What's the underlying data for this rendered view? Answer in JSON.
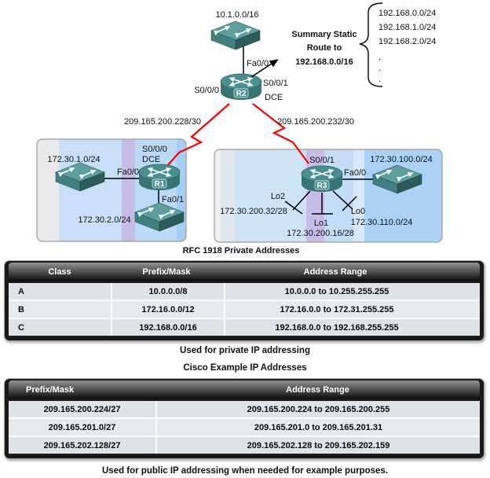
{
  "diagram": {
    "top_lan": "10.1.0.0/16",
    "fa00_top": "Fa0/0",
    "r2_name": "R2",
    "r2_s000": "S0/0/0",
    "r2_s001": "S0/0/1",
    "r2_dce": "DCE",
    "summary_line1": "Summary Static",
    "summary_line2": "Route to",
    "summary_line3": "192.168.0.0/16",
    "routes": [
      "192.168.0.0/24",
      "192.168.1.0/24",
      "192.168.2.0/24"
    ],
    "dot": ".",
    "link_left_net": "209.165.200.228/30",
    "link_right_net": "209.165.200.232/30",
    "r1_name": "R1",
    "r1_s000": "S0/0/0",
    "r1_dce": "DCE",
    "r1_fa00": "Fa0/0",
    "r1_fa01": "Fa0/1",
    "r1_lan1": "172.30.1.0/24",
    "r1_lan2": "172.30.2.0/24",
    "r3_name": "R3",
    "r3_s001": "S0/0/1",
    "r3_fa00": "Fa0/0",
    "r3_lan": "172.30.100.0/24",
    "r3_lo2": "Lo2",
    "r3_lo2_net": "172.30.200.32/28",
    "r3_lo1": "Lo1",
    "r3_lo1_net": "172.30.200.16/28",
    "r3_lo0": "Lo0",
    "r3_lo0_net": "172.30.110.0/24"
  },
  "rfc_table": {
    "title": "RFC 1918 Private Addresses",
    "headers": [
      "Class",
      "Prefix/Mask",
      "Address Range"
    ],
    "rows": [
      [
        "A",
        "10.0.0.0/8",
        "10.0.0.0 to 10.255.255.255"
      ],
      [
        "B",
        "172.16.0.0/12",
        "172.16.0.0 to 172.31.255.255"
      ],
      [
        "C",
        "192.168.0.0/16",
        "192.168.0.0 to 192.168.255.255"
      ]
    ],
    "caption": "Used for private IP addressing"
  },
  "example_table": {
    "title": "Cisco Example IP Addresses",
    "headers": [
      "Prefix/Mask",
      "Address Range"
    ],
    "rows": [
      [
        "209.165.200.224/27",
        "209.165.200.224 to 209.165.200.255"
      ],
      [
        "209.165.201.0/27",
        "209.165.201.0 to 209.165.201.31"
      ],
      [
        "209.165.202.128/27",
        "209.165.202.128 to 209.165.202.159"
      ]
    ],
    "caption": "Used for public IP addressing when needed for example purposes."
  },
  "colors": {
    "serial_link_red": "#ff0000",
    "device_teal": "#4a8f8f",
    "panel_blue": "#cfe3f7",
    "panel_purple": "#c5bce8",
    "table_frame_dark": "#1a1a1a",
    "table_row_gray": "#dfe3e9"
  }
}
